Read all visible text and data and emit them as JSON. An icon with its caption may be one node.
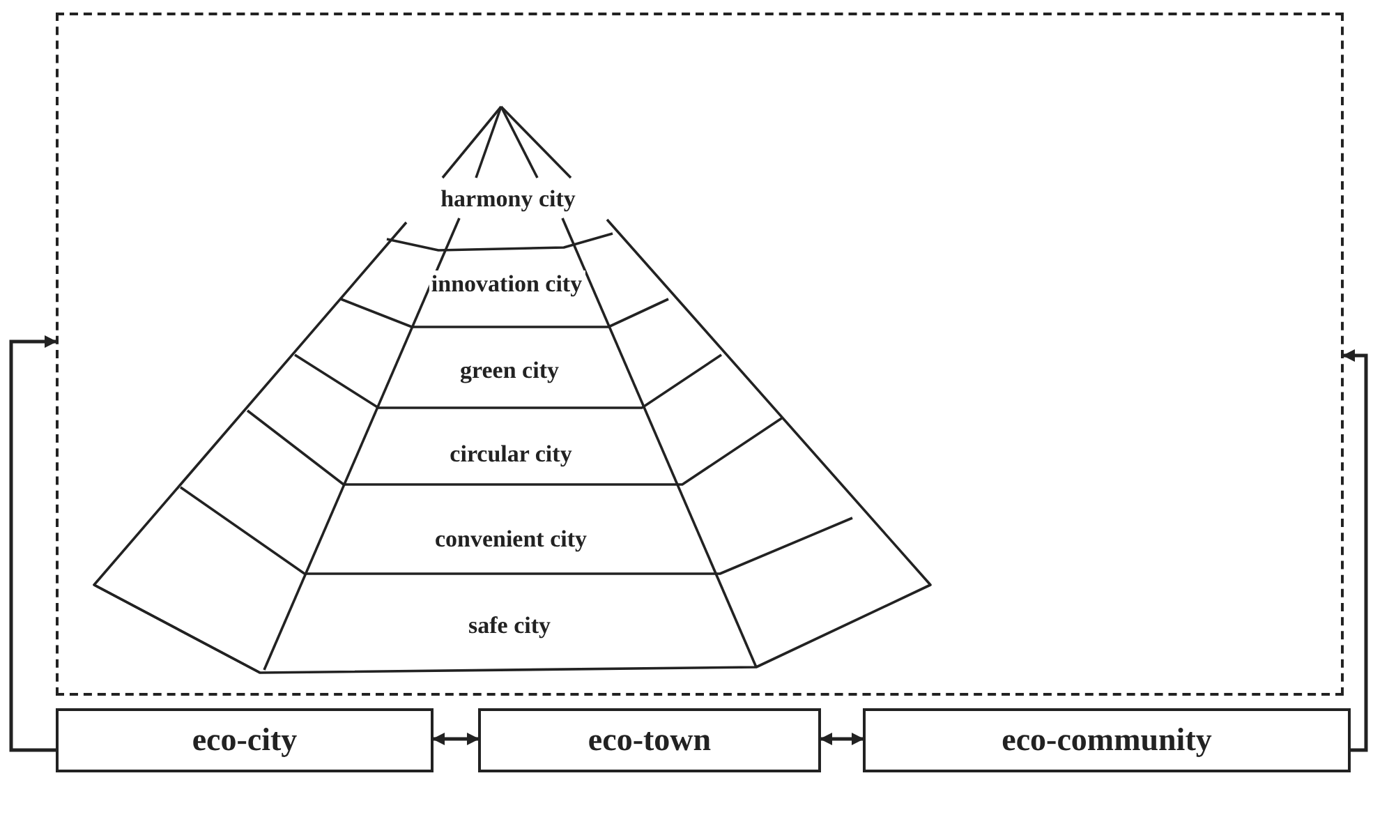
{
  "diagram": {
    "nodes": [
      {
        "text": [],
        "shape": "box"
      },
      {
        "text": [
          "harmony city"
        ],
        "in": 0
      },
      {
        "text": [
          "innovation city"
        ],
        "in": 0
      },
      {
        "text": [
          "green city"
        ],
        "in": 0
      },
      {
        "text": [
          "circular city"
        ],
        "in": 0
      },
      {
        "text": [
          "convenient city"
        ],
        "in": 0
      },
      {
        "text": [
          "safe city"
        ],
        "in": 0
      },
      {
        "text": [
          "eco-city"
        ]
      },
      {
        "text": [
          "eco-town"
        ]
      },
      {
        "text": [
          "eco-community"
        ]
      }
    ],
    "edges": [
      {
        "from": 7,
        "to": 0,
        "arrow": "to"
      },
      {
        "from": 9,
        "to": 0,
        "arrow": "to"
      },
      {
        "from": 7,
        "to": 8,
        "arrow": "both"
      },
      {
        "from": 8,
        "to": 9,
        "arrow": "both"
      }
    ]
  }
}
